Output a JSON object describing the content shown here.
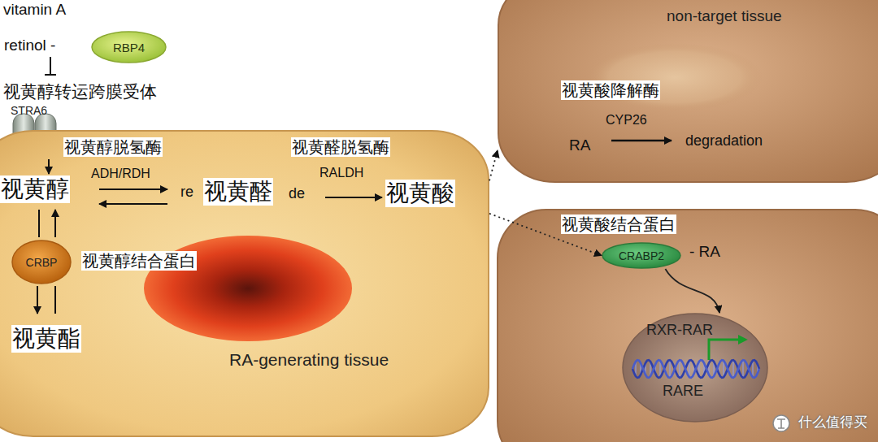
{
  "diagram": {
    "nodes": [
      {
        "text": [
          "RBP4"
        ]
      },
      {
        "text": [
          "STRA6"
        ]
      },
      {
        "text": [
          "RA-generating tissue"
        ]
      },
      {
        "text": [
          "CRBP"
        ],
        "in": 2
      },
      {
        "text": [
          "non-target tissue"
        ]
      },
      {
        "text": [
          "CRABP2"
        ]
      },
      {
        "text": [
          "RXR-RAR",
          "RARE"
        ]
      }
    ],
    "edges": [
      {
        "from": 2,
        "to": 4,
        "arrow": "to"
      },
      {
        "from": 2,
        "to": 5,
        "arrow": "to"
      },
      {
        "from": 5,
        "to": 6,
        "arrow": "to"
      }
    ],
    "labels": [
      "vitamin A",
      "retinol -",
      "视黄醇转运跨膜受体",
      "视黄醇脱氢酶",
      "ADH/RDH",
      "视黄醇",
      "re",
      "视黄醛",
      "de",
      "视黄醛脱氢酶",
      "RALDH",
      "视黄酸",
      "视黄醇结合蛋白",
      "视黄酯",
      "视黄酸降解酶",
      "CYP26",
      "RA",
      "degradation",
      "视黄酸结合蛋白",
      "- RA",
      "什么值得买"
    ]
  }
}
